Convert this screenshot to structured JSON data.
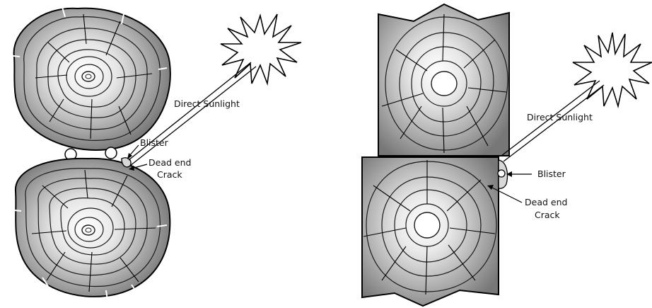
{
  "left_panel": {
    "labels": {
      "sunlight": "Direct Sunlight",
      "blister": "Blister",
      "crack_line1": "Dead end",
      "crack_line2": "Crack"
    }
  },
  "right_panel": {
    "labels": {
      "sunlight": "Direct Sunlight",
      "blister": "Blister",
      "crack_line1": "Dead end",
      "crack_line2": "Crack"
    }
  },
  "colors": {
    "log_edge": "#6a6a6a",
    "log_center": "#ffffff",
    "bark": "#8c8c8c",
    "ring_stroke": "#1a1a1a",
    "line": "#000000"
  }
}
